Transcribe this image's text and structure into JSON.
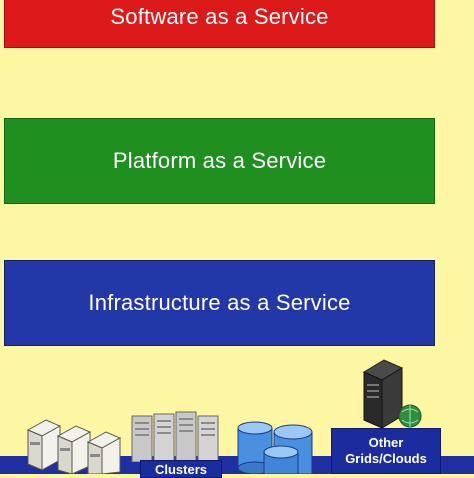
{
  "layers": {
    "saas": {
      "label": "Software as a Service",
      "color": "#dd1a1a"
    },
    "paas": {
      "label": "Platform as a Service",
      "color": "#1f8f1f"
    },
    "iaas": {
      "label": "Infrastructure as a Service",
      "color": "#2238a8"
    }
  },
  "resources": {
    "clusters_label": "Clusters",
    "grids_label_line1": "Other",
    "grids_label_line2": "Grids/Clouds"
  },
  "colors": {
    "background": "#fdf7a3",
    "resource_bar": "#1f2fa0"
  }
}
